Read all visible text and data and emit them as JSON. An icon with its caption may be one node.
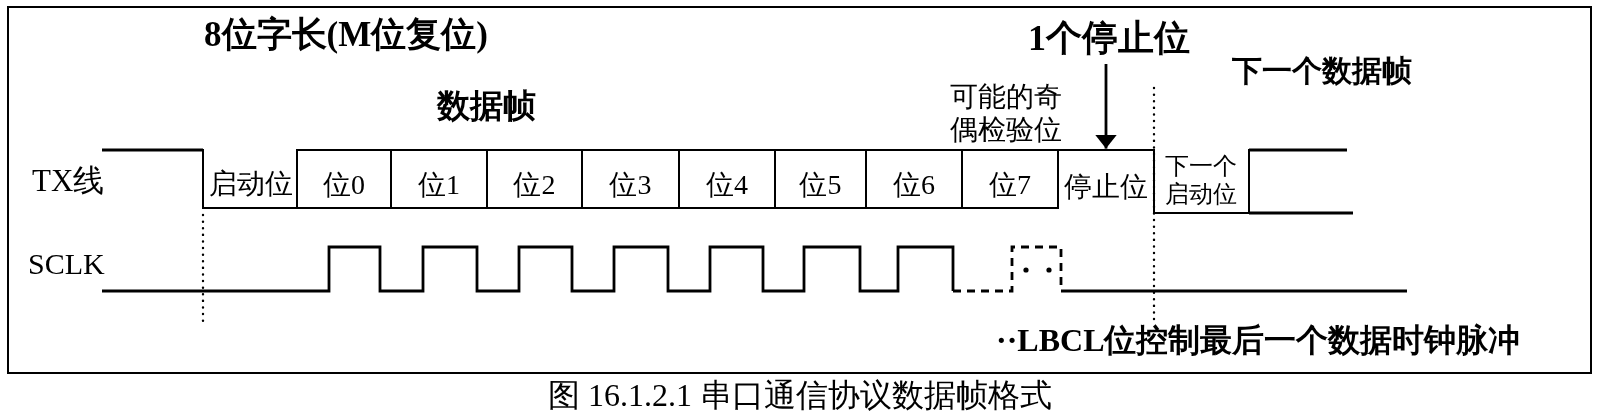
{
  "diagram": {
    "caption": "图 16.1.2.1 串口通信协议数据帧格式",
    "nodes": [
      {
        "text": [
          "1个停止位"
        ]
      },
      {
        "text": [
          "启动位"
        ]
      },
      {
        "text": [
          "位0"
        ]
      },
      {
        "text": [
          "位1"
        ]
      },
      {
        "text": [
          "位2"
        ]
      },
      {
        "text": [
          "位3"
        ]
      },
      {
        "text": [
          "位4"
        ]
      },
      {
        "text": [
          "位5"
        ]
      },
      {
        "text": [
          "位6"
        ]
      },
      {
        "text": [
          "位7"
        ],
        "beside": [
          "可能的奇偶检验位"
        ]
      },
      {
        "text": [
          "停止位"
        ]
      },
      {
        "text": [
          "下一个启动位"
        ]
      }
    ],
    "edges": [
      {
        "from": 0,
        "to": 10,
        "arrow": "to"
      }
    ],
    "labels": [
      "8位字长(M位复位)",
      "下一个数据帧",
      "数据帧",
      "TX线",
      "SCLK",
      "··LBCL位控制最后一个数据时钟脉冲"
    ]
  }
}
